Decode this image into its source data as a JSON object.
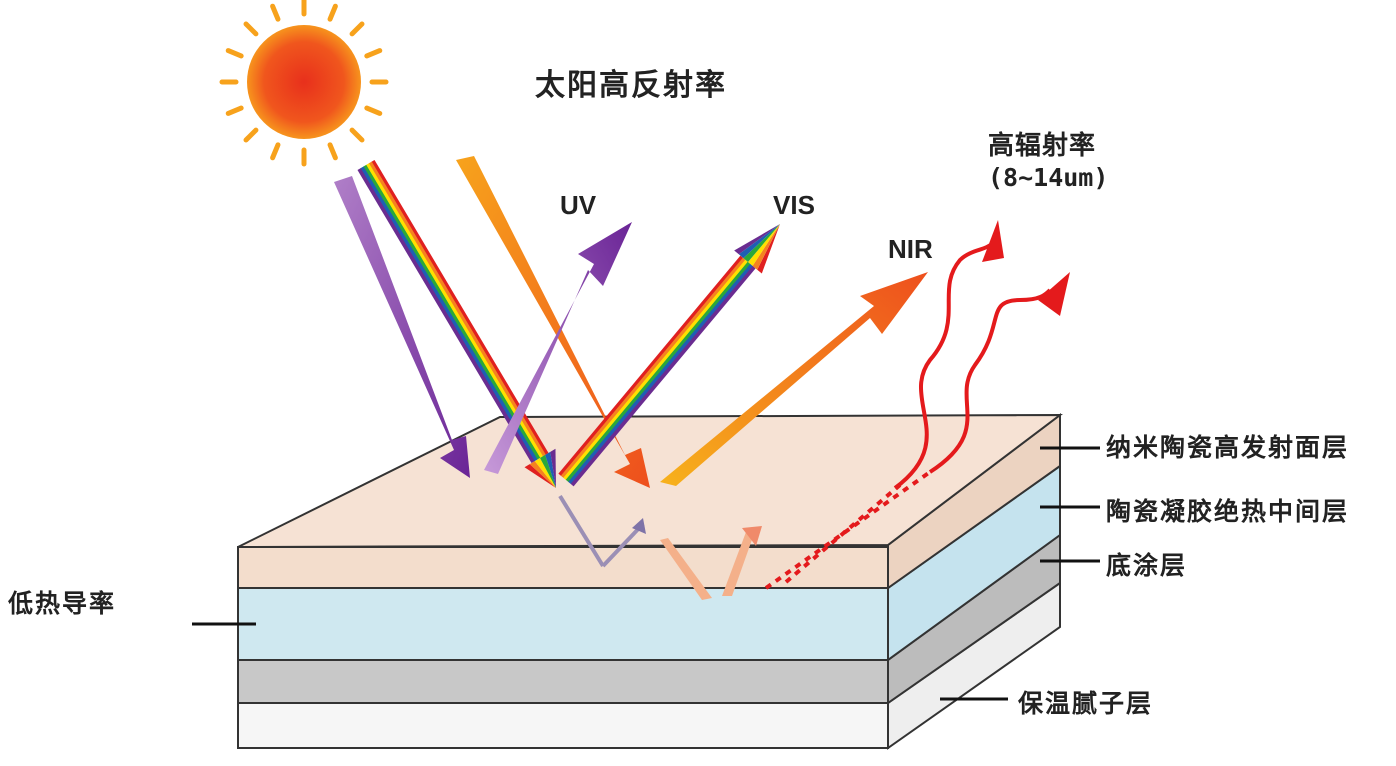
{
  "title": "太阳高反射率",
  "emissivity": {
    "title": "高辐射率",
    "range": "(8~14um)"
  },
  "bands": {
    "uv": "UV",
    "vis": "VIS",
    "nir": "NIR"
  },
  "layers": [
    {
      "label": "纳米陶瓷高发射面层",
      "color": "#f3ddcc"
    },
    {
      "label": "陶瓷凝胶绝热中间层",
      "color": "#cfe8f0"
    },
    {
      "label": "底涂层",
      "color": "#c8c8c8"
    },
    {
      "label": "保温腻子层",
      "color": "#f6f6f6"
    }
  ],
  "left_label": "低热导率",
  "colors": {
    "uv": "#7a2d9c",
    "vis_rainbow": [
      "#e02020",
      "#f58220",
      "#ffe000",
      "#2aa83a",
      "#1e5fb4",
      "#6a2c91"
    ],
    "nir": "#f07020",
    "thermal": "#e41a1c",
    "sun": "#ef5a1c"
  }
}
